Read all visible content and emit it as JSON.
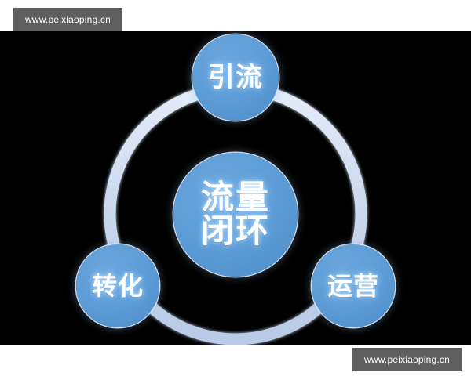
{
  "page": {
    "background_color": "#ffffff",
    "canvas_color": "#000000"
  },
  "watermarks": {
    "top_left": {
      "text": "www.peixiaoping.cn",
      "box_color": "#5f5f5f",
      "text_color": "#ffffff"
    },
    "bottom_right": {
      "text": "www.peixiaoping.cn",
      "box_color": "#5f5f5f",
      "text_color": "#ffffff"
    }
  },
  "diagram": {
    "type": "cycle",
    "ring_color": "#c9d8ee",
    "node_color": "#5b9bd5",
    "node_text_color": "#ffffff",
    "center": {
      "label": "流量\n闭环",
      "label_line1": "流量",
      "label_line2": "闭环"
    },
    "nodes": [
      {
        "id": "top",
        "label": "引流",
        "position": "top"
      },
      {
        "id": "right",
        "label": "运营",
        "position": "bottom-right"
      },
      {
        "id": "left",
        "label": "转化",
        "position": "bottom-left"
      }
    ]
  }
}
